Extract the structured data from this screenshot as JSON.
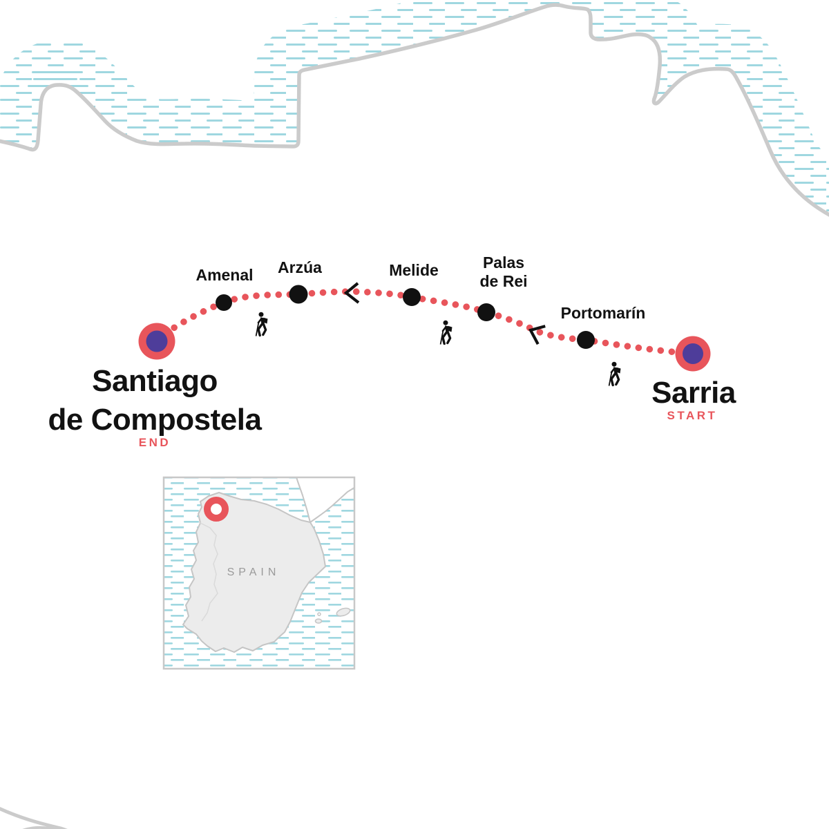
{
  "map": {
    "inset": {
      "region_label": "SPAIN"
    },
    "route": {
      "start": {
        "city": "Sarria",
        "tag": "START"
      },
      "end": {
        "city_line1": "Santiago",
        "city_line2": "de Compostela",
        "tag": "END"
      },
      "waypoints": [
        {
          "name": "Amenal"
        },
        {
          "name": "Arzúa"
        },
        {
          "name": "Melide"
        },
        {
          "name_line1": "Palas",
          "name_line2": "de Rei"
        },
        {
          "name": "Portomarín"
        }
      ]
    },
    "colors": {
      "route_red": "#e8555b",
      "marker_purple": "#4e3d9a",
      "city_dot_black": "#111111",
      "water_hatch_teal": "#9fd7e0",
      "coastline_gray": "#cbcbcb",
      "inset_land_fill": "#ececec",
      "inset_land_stroke": "#c5c5c5",
      "inset_border_gray": "#c8c8c8",
      "label_black": "#121212",
      "region_label_gray": "#9a9a9a"
    }
  }
}
